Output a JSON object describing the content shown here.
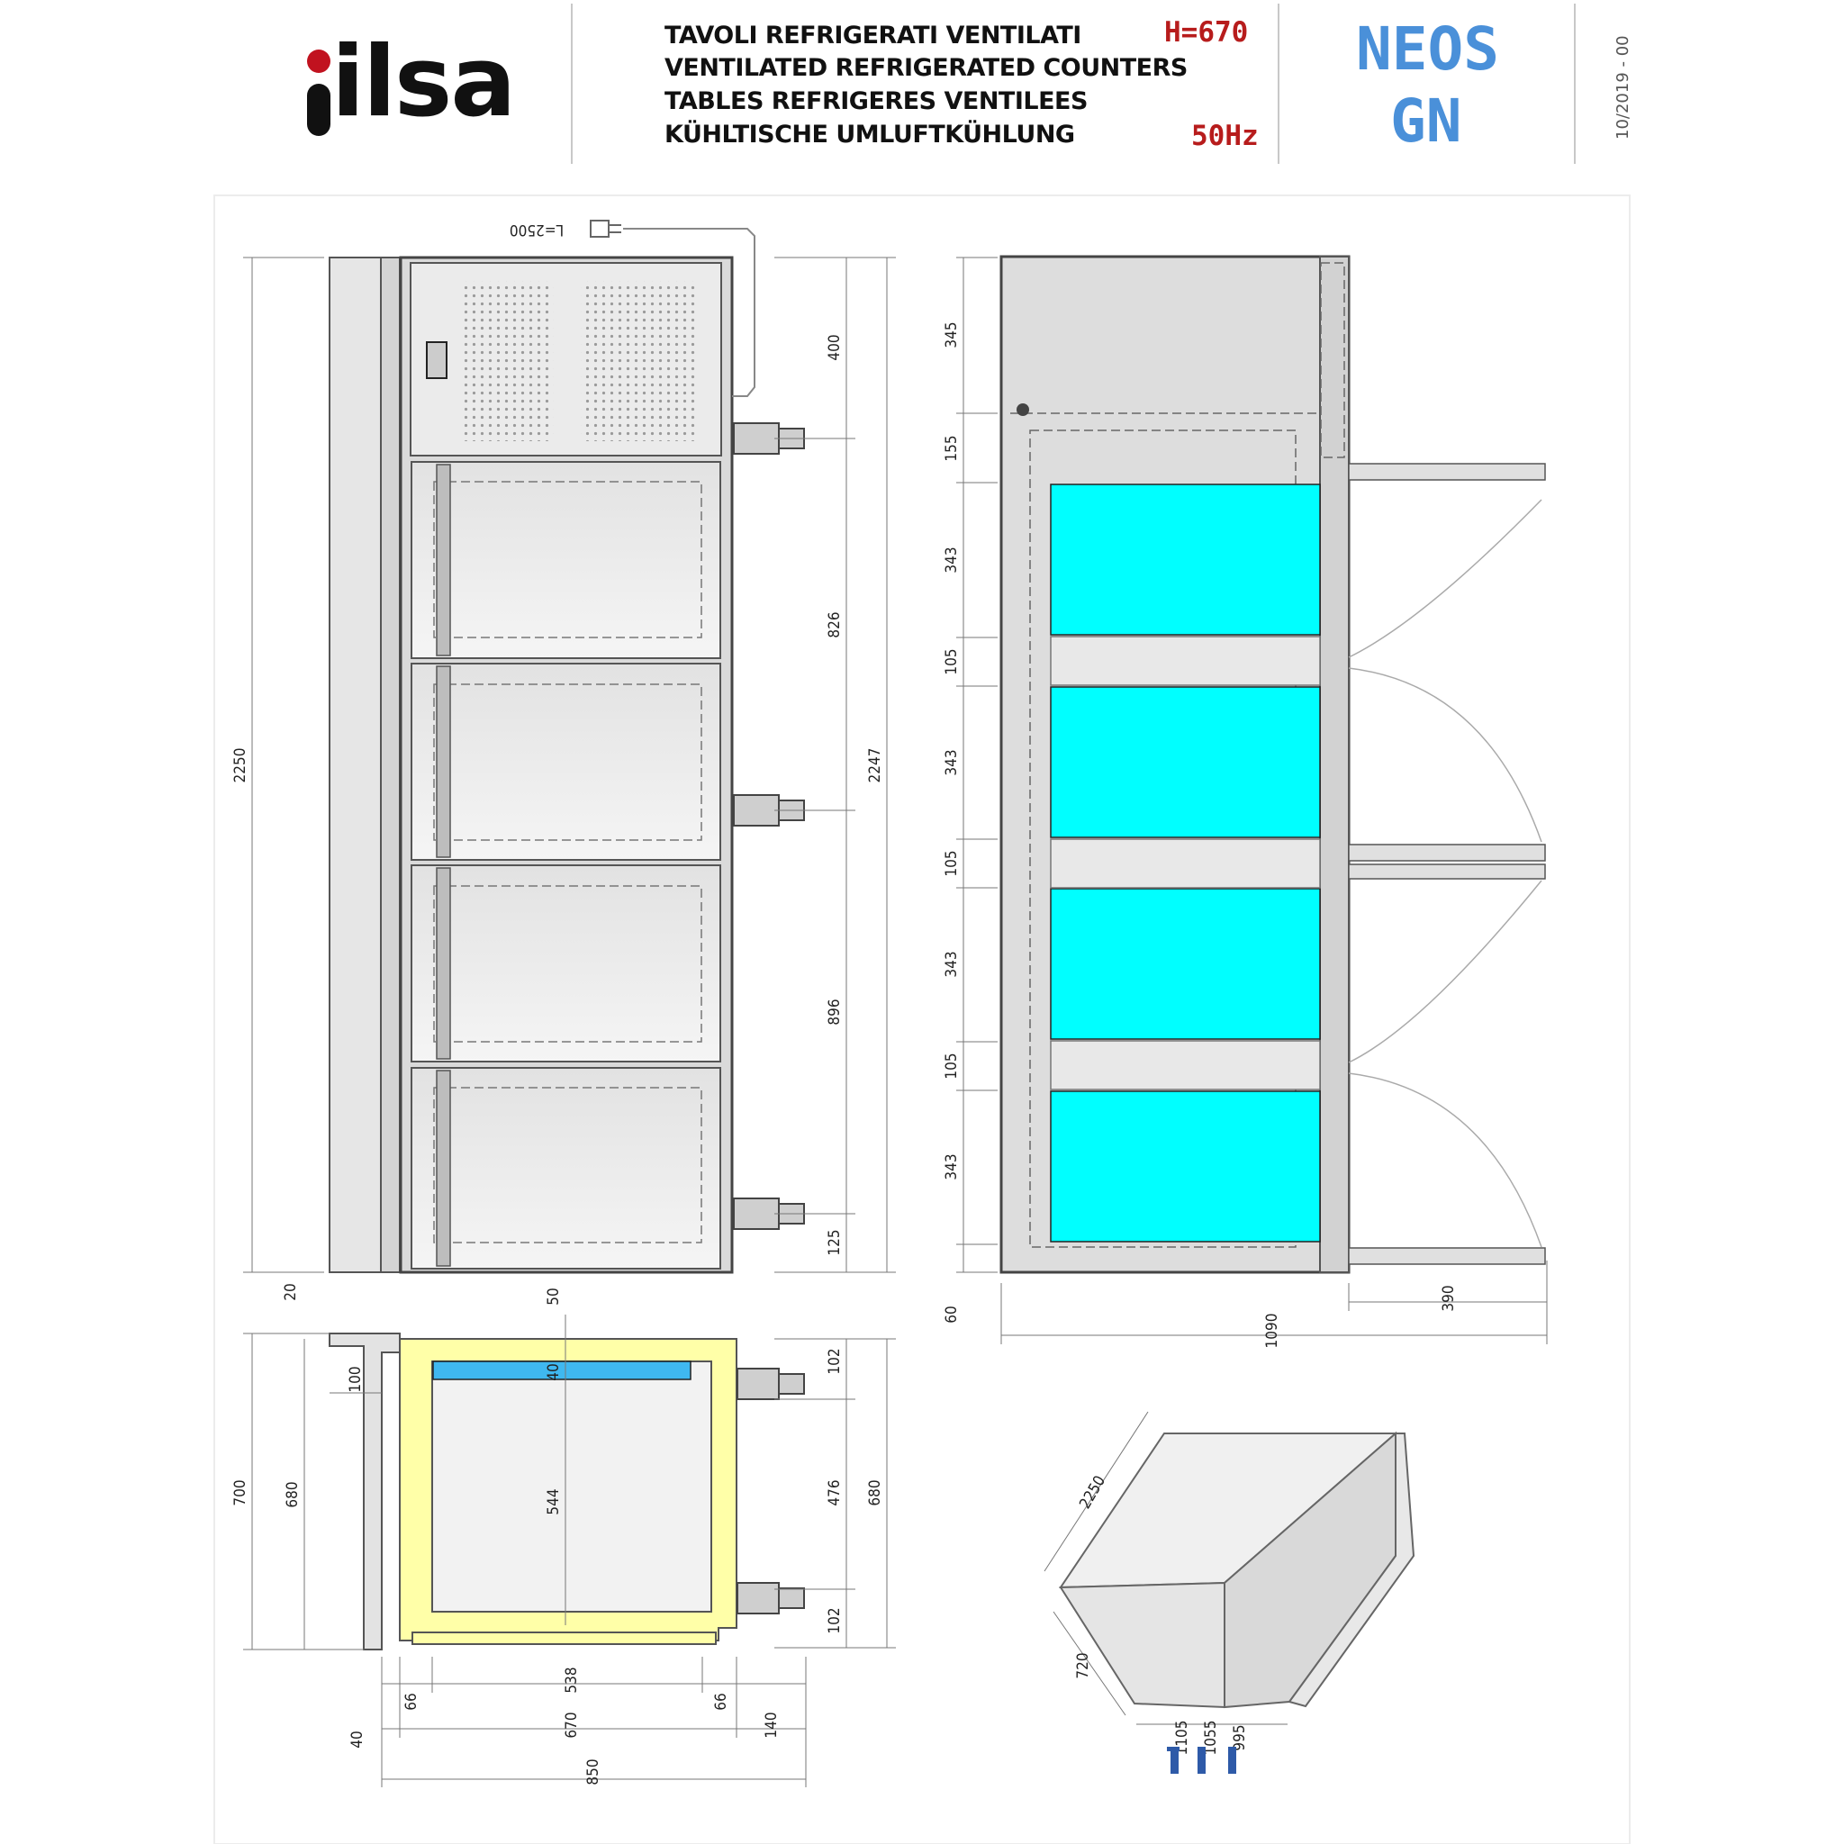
{
  "brand": {
    "logo": "ilsa",
    "logo_color": "#c1121f"
  },
  "header": {
    "title_lines": [
      "TAVOLI REFRIGERATI VENTILATI",
      "VENTILATED REFRIGERATED COUNTERS",
      "TABLES REFRIGERES VENTILEES",
      "KÜHLTISCHE UMLUFTKÜHLUNG"
    ],
    "height_spec": "H=670",
    "frequency_spec": "50Hz",
    "model_line1": "NEOS",
    "model_line2": "GN",
    "model_color": "#4a90d9",
    "revision": "10/2019 - 00"
  },
  "drawing": {
    "cable_label": "L=2500",
    "front_view": {
      "total_length": "2250",
      "section_total": "2247",
      "sections": [
        "400",
        "826",
        "896",
        "125"
      ]
    },
    "plan_view": {
      "sections": [
        "345",
        "155",
        "343",
        "105",
        "343",
        "105",
        "343",
        "105",
        "343"
      ],
      "bottom_gap": "60",
      "depth": "1090",
      "door_swing": "390",
      "shelf_color": "#00ffff"
    },
    "section_view": {
      "top_gap": "20",
      "top_insulation": "50",
      "overhang": "100",
      "tray": "40",
      "inner_height": "544",
      "outer_height": "700",
      "body_height": "680",
      "right_top": "102",
      "right_mid": "476",
      "right_bottom": "102",
      "right_total": "680",
      "side_left": "66",
      "inner_width": "538",
      "side_right": "66",
      "base_left": "40",
      "body_width": "670",
      "base_right": "140",
      "total_width": "850",
      "insulation_color": "#ffffa8",
      "tray_color": "#3fb8f0"
    },
    "iso_view": {
      "length": "2250",
      "depth": "720",
      "heights": [
        "1105",
        "1055",
        "995"
      ]
    }
  }
}
